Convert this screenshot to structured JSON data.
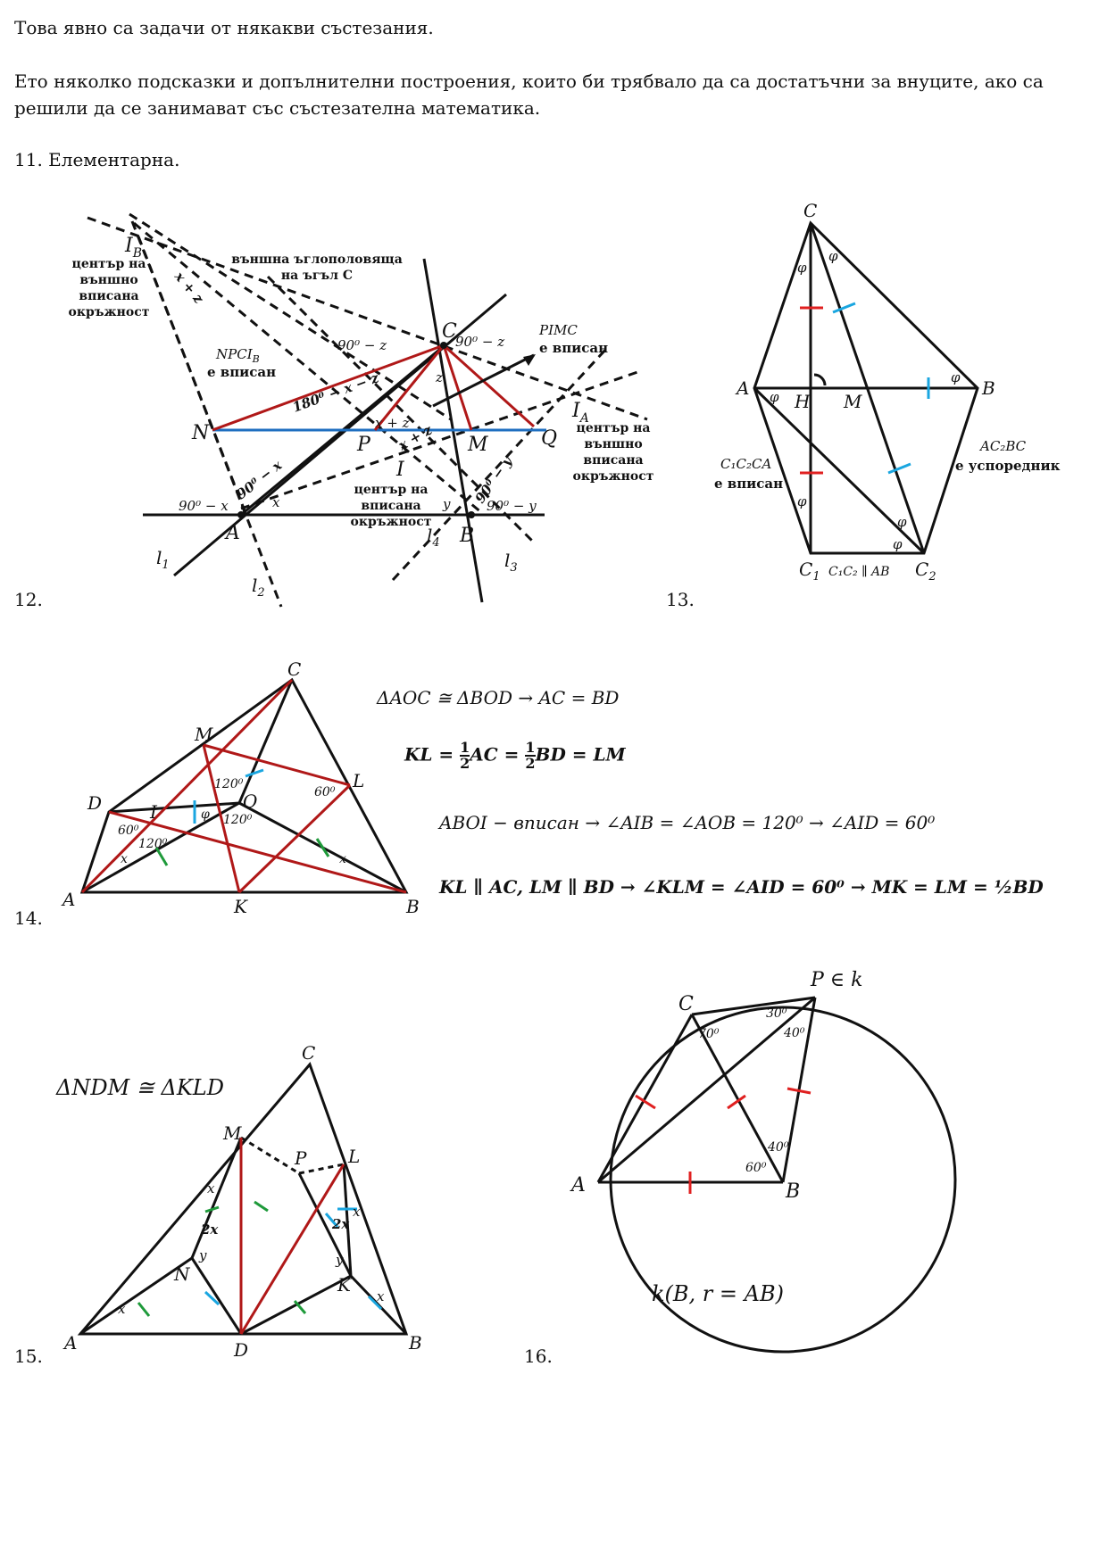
{
  "paragraphs": {
    "p1": "Това явно са задачи от някакви състезания.",
    "p2": "Ето няколко подсказки и допълнителни построения, които би трябвало да са достатъчни за внуците, ако са решили да се занимават със състезателна математика.",
    "p3": "11. Елементарна."
  },
  "problem_numbers": [
    "12.",
    "13.",
    "14.",
    "15.",
    "16."
  ],
  "fig12": {
    "points": {
      "IB": "I",
      "IB_sub": "B",
      "C": "C",
      "IA": "I",
      "IA_sub": "A",
      "N": "N",
      "P": "P",
      "M": "M",
      "Q": "Q",
      "I": "I",
      "A": "A",
      "B": "B"
    },
    "lines": {
      "l1": "l",
      "l1_sub": "1",
      "l2": "l",
      "l2_sub": "2",
      "l3": "l",
      "l3_sub": "3",
      "l4": "l",
      "l4_sub": "4"
    },
    "labels": {
      "excenter_b": [
        "център на",
        "външно",
        "вписана",
        "окръжност"
      ],
      "ext_bisector": [
        "външна ъглополовяща",
        "на ъгъл C"
      ],
      "npcib": "NPCI",
      "npcib_sub": "B",
      "inscribed": "е вписан",
      "pimc": "PIMC",
      "excenter_a": [
        "център на",
        "външно",
        "вписана",
        "окръжност"
      ],
      "incenter": [
        "център на",
        "вписана",
        "окръжност"
      ]
    },
    "angles": {
      "a1": "90⁰ − z",
      "a2": "90⁰ − z",
      "a3": "180⁰ − x − z",
      "a4": "x + z",
      "a5": "x + z",
      "a6": "x + z",
      "a7": "90⁰ − x",
      "a8": "90⁰ − x",
      "a9": "90⁰ − y",
      "a10": "90⁰ − y",
      "z": "z",
      "x": "x",
      "y": "y"
    }
  },
  "fig13": {
    "points": {
      "C": "C",
      "A": "A",
      "H": "H",
      "M": "M",
      "B": "B",
      "C1": "C",
      "C1_sub": "1",
      "C2": "C",
      "C2_sub": "2"
    },
    "phi": "φ",
    "labels": {
      "c1c2ca": "C₁C₂CA",
      "inscribed": "е вписан",
      "ac2bc": "AC₂BC",
      "parallelogram": "е успоредник",
      "parallel": "C₁C₂ ∥ AB"
    }
  },
  "fig14": {
    "points": {
      "C": "C",
      "M": "M",
      "L": "L",
      "D": "D",
      "I": "I",
      "O": "O",
      "A": "A",
      "K": "K",
      "B": "B"
    },
    "angles": {
      "o1": "120⁰",
      "o2": "120⁰",
      "i1": "120⁰",
      "d60": "60⁰",
      "l60": "60⁰",
      "phi": "φ",
      "x1": "x",
      "x2": "x"
    },
    "formulas": {
      "f1": "ΔAOC ≅ ΔBOD   →   AC = BD",
      "f3": "ABOI − вписан   →   ∠AIB = ∠AOB = 120⁰   →   ∠AID = 60⁰",
      "f4": "KL ∥ AC, LM ∥ BD   →   ∠KLM = ∠AID = 60⁰   →   MK = LM = ½BD"
    },
    "f2": {
      "lhs": "KL = ",
      "frac_num": "1",
      "frac_den": "2",
      "mid": "AC = ",
      "mid2": "BD = LM"
    }
  },
  "fig15": {
    "title": "ΔNDM ≅ ΔKLD",
    "points": {
      "C": "C",
      "M": "M",
      "P": "P",
      "L": "L",
      "N": "N",
      "K": "K",
      "A": "A",
      "D": "D",
      "B": "B"
    },
    "marks": {
      "x": "x",
      "y": "y",
      "twox": "2x"
    }
  },
  "fig16": {
    "points": {
      "P": "P ∈ k",
      "C": "C",
      "A": "A",
      "B": "B"
    },
    "angles": {
      "c70": "70⁰",
      "p30": "30⁰",
      "p40": "40⁰",
      "b40": "40⁰",
      "b60": "60⁰"
    },
    "circle_label": "k(B, r = AB)"
  }
}
